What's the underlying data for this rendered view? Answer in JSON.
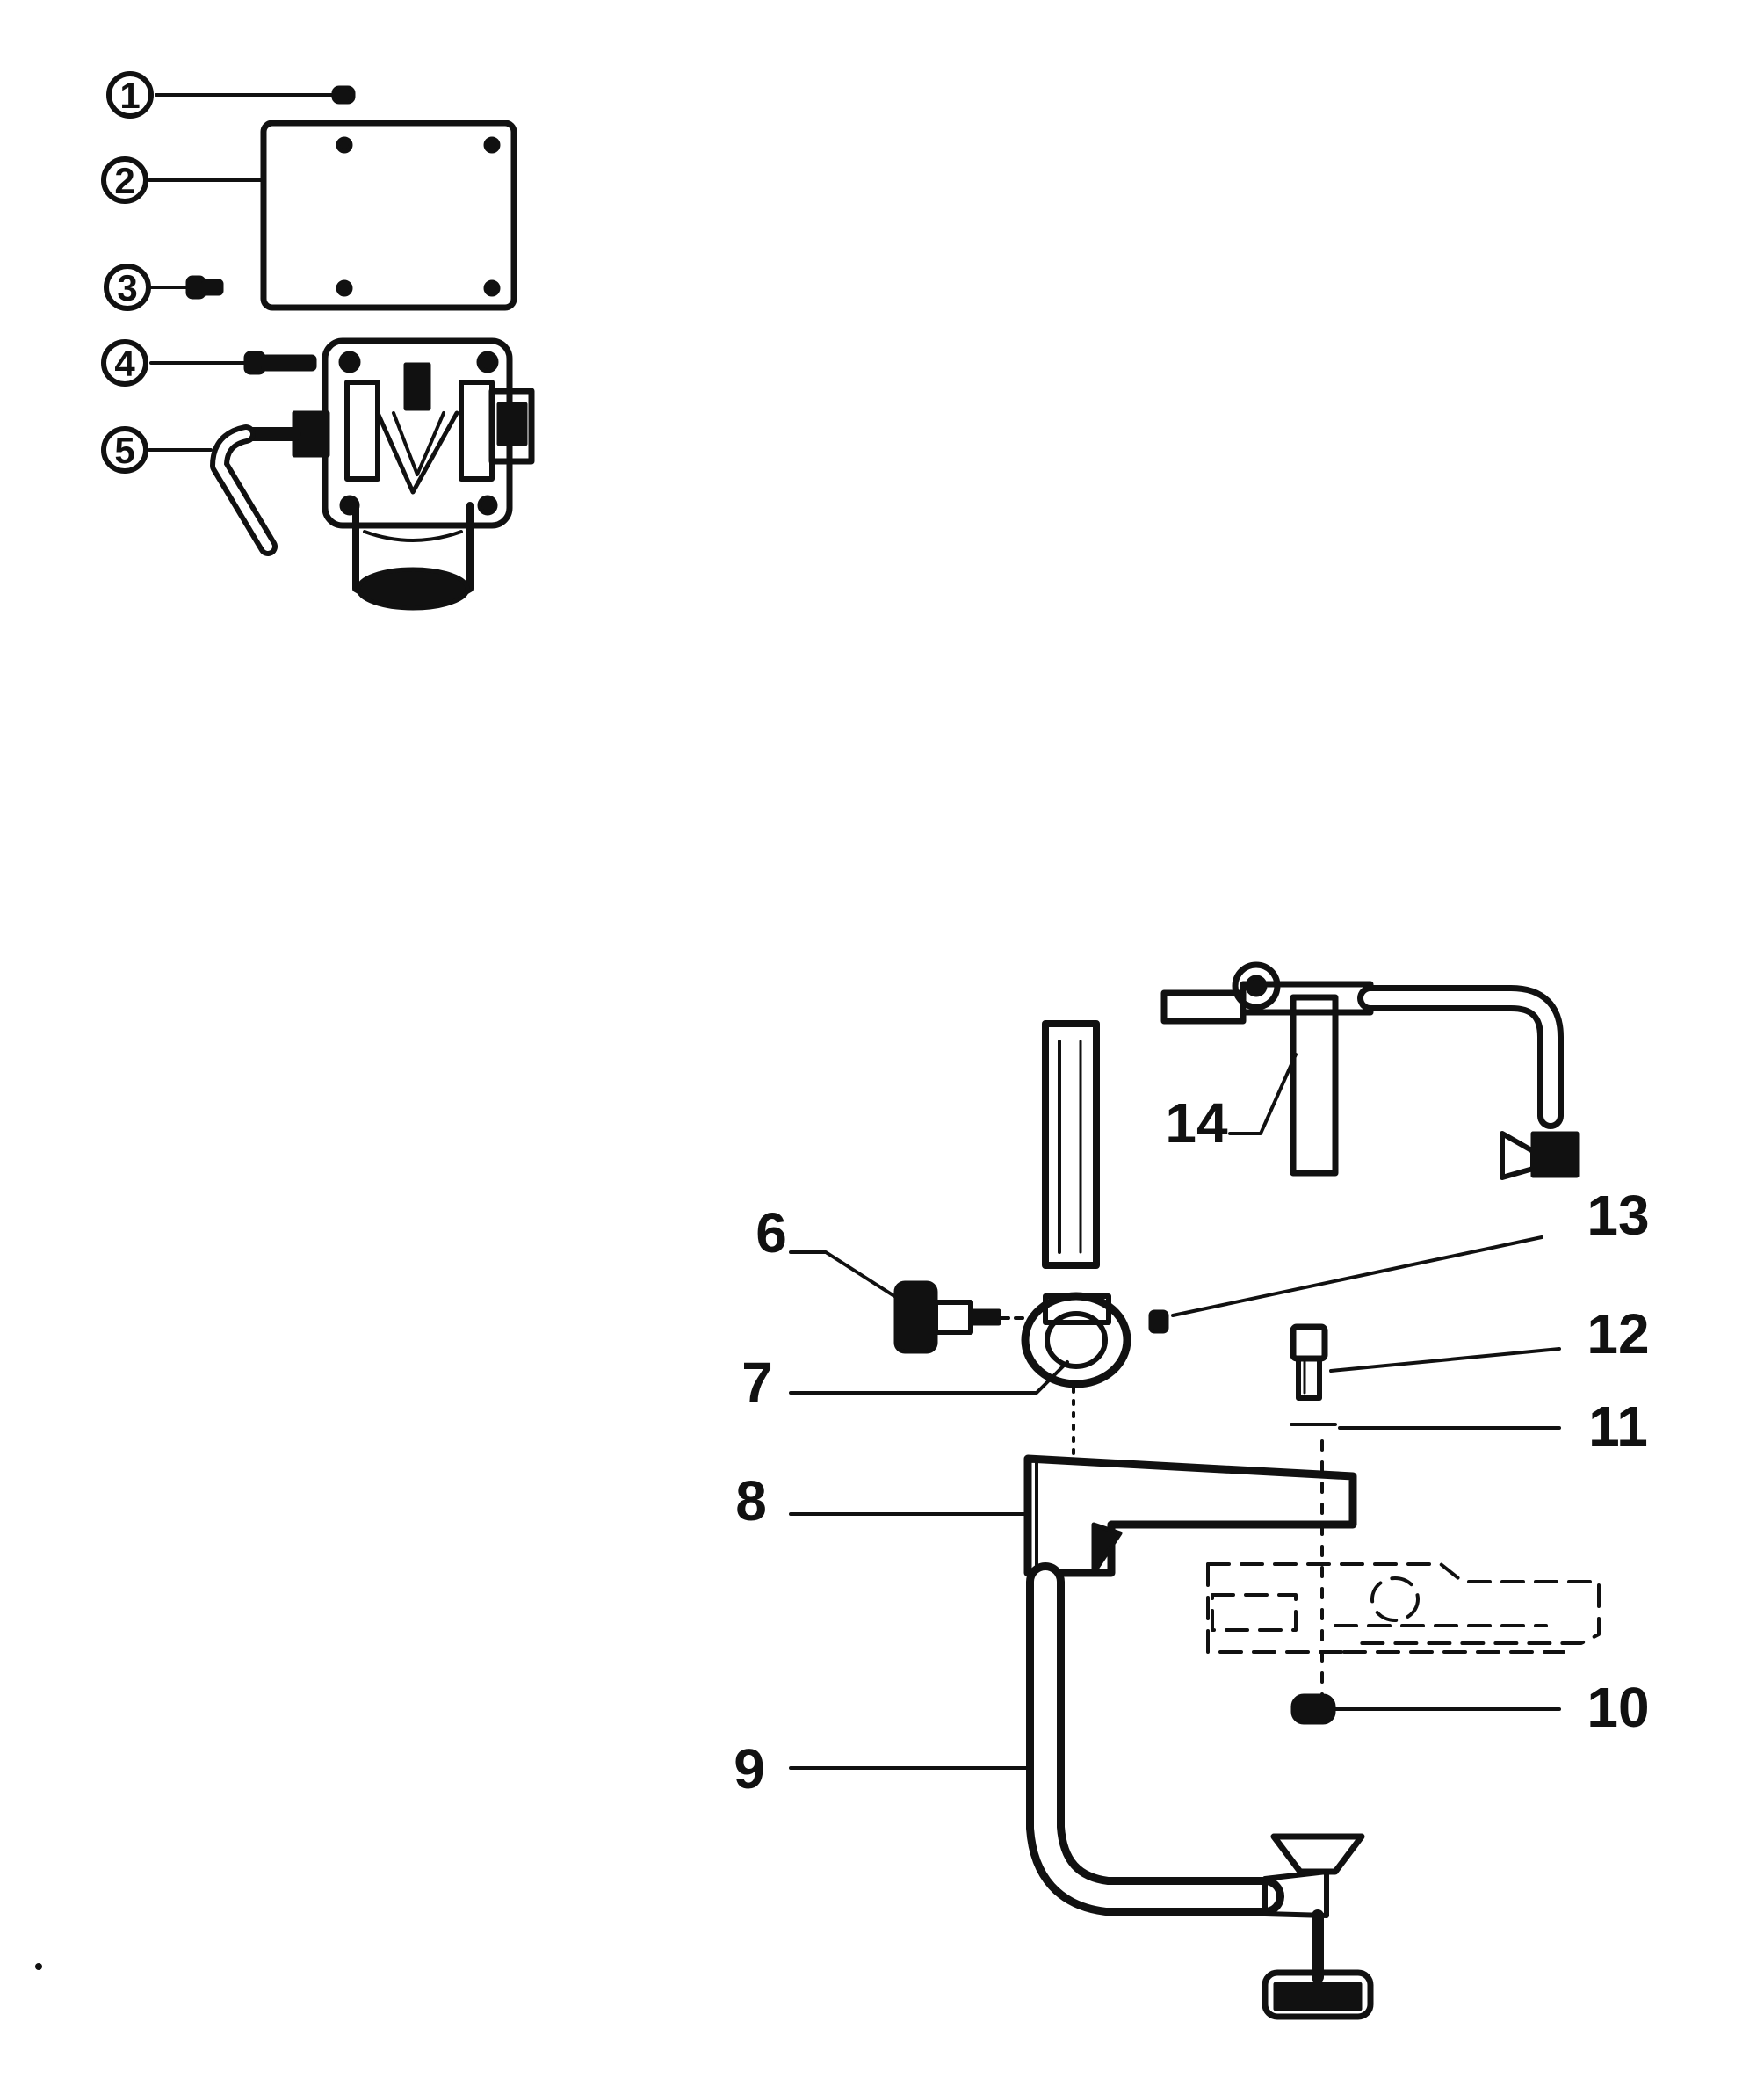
{
  "diagram": {
    "circled_callouts": [
      {
        "label": "1"
      },
      {
        "label": "2"
      },
      {
        "label": "3"
      },
      {
        "label": "4"
      },
      {
        "label": "5"
      }
    ],
    "plain_callouts": [
      {
        "label": "6"
      },
      {
        "label": "7"
      },
      {
        "label": "8"
      },
      {
        "label": "9"
      },
      {
        "label": "10"
      },
      {
        "label": "11"
      },
      {
        "label": "12"
      },
      {
        "label": "13"
      },
      {
        "label": "14"
      }
    ]
  },
  "colors": {
    "ink": "#111111",
    "background": "#ffffff"
  }
}
